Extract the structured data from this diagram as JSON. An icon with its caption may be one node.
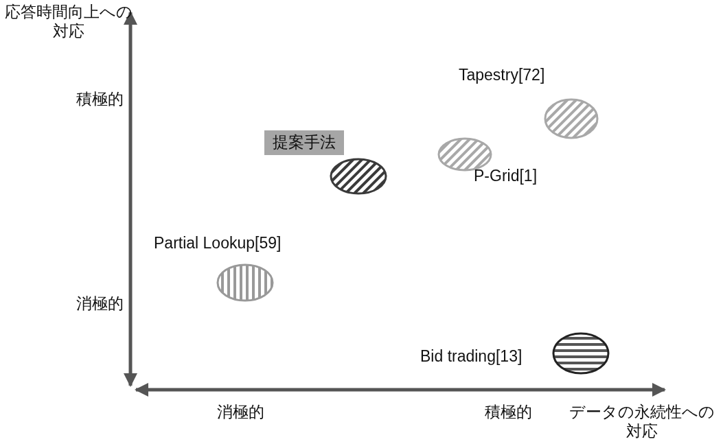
{
  "diagram": {
    "nodes": [
      {
        "text": [],
        "shape": "ellipse",
        "beside": [
          "Tapestry[72]"
        ]
      },
      {
        "text": [],
        "shape": "ellipse",
        "beside": [
          "提案手法"
        ]
      },
      {
        "text": [],
        "shape": "ellipse",
        "beside": [
          "P-Grid[1]"
        ]
      },
      {
        "text": [],
        "shape": "ellipse",
        "beside": [
          "Partial Lookup[59]"
        ]
      },
      {
        "text": [],
        "shape": "ellipse",
        "beside": [
          "Bid trading[13]"
        ]
      }
    ],
    "labels": [
      "応答時間向上への対応",
      "積極的",
      "消極的",
      "消極的",
      "積極的",
      "データの永続性への対応"
    ]
  }
}
